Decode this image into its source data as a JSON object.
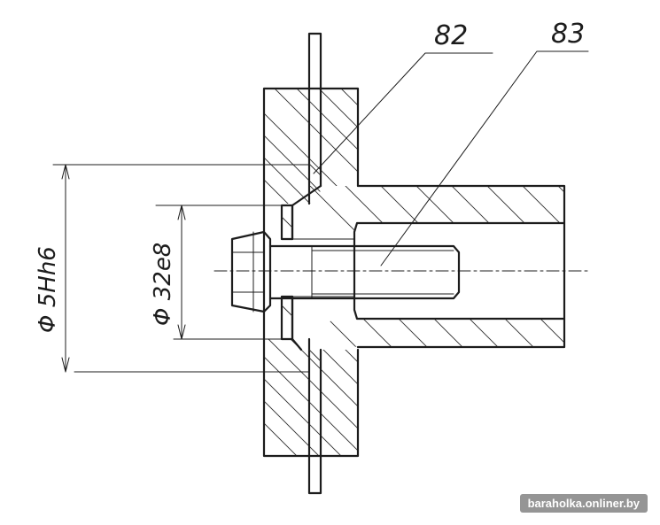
{
  "callouts": {
    "part_a": "82",
    "part_b": "83"
  },
  "dimensions": {
    "outer_diameter": "Φ 5Hh6",
    "inner_diameter": "Φ 32e8"
  },
  "watermark": {
    "text": "baraholka.onliner.by"
  }
}
